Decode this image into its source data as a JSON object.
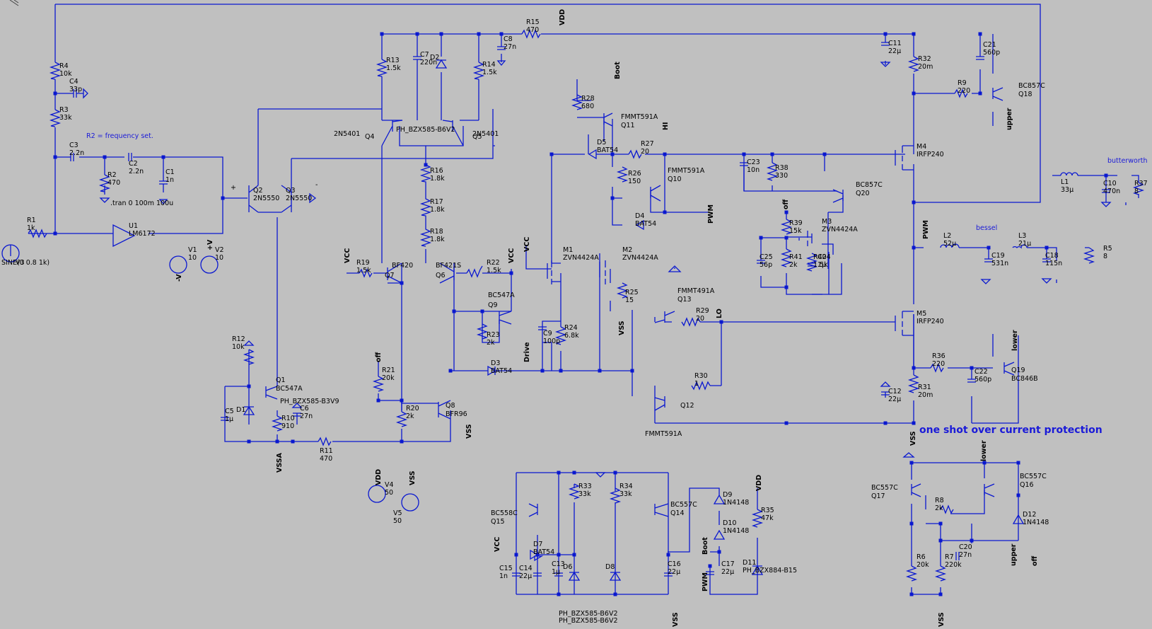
{
  "palette": {
    "background": "#c0c0c0",
    "wire": "#0a18d0",
    "text": "#000000",
    "annotation": "#1a1ad8"
  },
  "nets": {
    "VDD": "VDD",
    "VSS": "VSS",
    "VSSA": "VSSA",
    "VCC": "VCC",
    "Boot": "Boot",
    "HI": "HI",
    "LO": "LO",
    "PWM": "PWM",
    "Drive": "Drive",
    "off": "off",
    "upper": "upper",
    "lower": "lower",
    "plus": "+",
    "minus": "-",
    "plusv": "+V",
    "minusv": "-V"
  },
  "annotations": {
    "freq": "R2 = frequency set.",
    "tran": ".tran 0 100m 100u",
    "oneshot": "one shot over current protection",
    "butterworth": "butterworth",
    "bessel": "bessel"
  },
  "comps": {
    "R1": [
      "R1",
      "1k"
    ],
    "R2": [
      "R2",
      "470"
    ],
    "R3": [
      "R3",
      "33k"
    ],
    "R4": [
      "R4",
      "10k"
    ],
    "R5": [
      "R5",
      "8"
    ],
    "R6": [
      "R6",
      "20k"
    ],
    "R7": [
      "R7",
      "220k"
    ],
    "R8": [
      "R8",
      "2k"
    ],
    "R9": [
      "R9",
      "220"
    ],
    "R10": [
      "R10",
      "910"
    ],
    "R11": [
      "R11",
      "470"
    ],
    "R12": [
      "R12",
      "10k"
    ],
    "R13": [
      "R13",
      "1.5k"
    ],
    "R14": [
      "R14",
      "1.5k"
    ],
    "R15": [
      "R15",
      "470"
    ],
    "R16": [
      "R16",
      "1.8k"
    ],
    "R17": [
      "R17",
      "1.8k"
    ],
    "R18": [
      "R18",
      "1.8k"
    ],
    "R19": [
      "R19",
      "1.5k"
    ],
    "R20": [
      "R20",
      "2k"
    ],
    "R21": [
      "R21",
      "20k"
    ],
    "R22": [
      "R22",
      "1.5k"
    ],
    "R23": [
      "R23",
      "2k"
    ],
    "R24": [
      "R24",
      "6.8k"
    ],
    "R25": [
      "R25",
      "15"
    ],
    "R26": [
      "R26",
      "150"
    ],
    "R27": [
      "R27",
      "20"
    ],
    "R28": [
      "R28",
      "680"
    ],
    "R29": [
      "R29",
      "20"
    ],
    "R30": [
      "R30",
      "1"
    ],
    "R31": [
      "R31",
      "20m"
    ],
    "R32": [
      "R32",
      "20m"
    ],
    "R33": [
      "R33",
      "33k"
    ],
    "R34": [
      "R34",
      "33k"
    ],
    "R35": [
      "R35",
      "47k"
    ],
    "R36": [
      "R36",
      "220"
    ],
    "R37": [
      "R37",
      "8"
    ],
    "R38": [
      "R38",
      "330"
    ],
    "R39": [
      "R39",
      "15k"
    ],
    "R40": [
      "R40",
      "1.5k"
    ],
    "R41": [
      "R41",
      "2k"
    ],
    "C1": [
      "C1",
      "1n"
    ],
    "C2": [
      "C2",
      "2.2n"
    ],
    "C3": [
      "C3",
      "2.2n"
    ],
    "C4": [
      "C4",
      "33p"
    ],
    "C5": [
      "C5",
      "1µ"
    ],
    "C6": [
      "C6",
      "27n"
    ],
    "C7": [
      "C7",
      "220n"
    ],
    "C8": [
      "C8",
      "27n"
    ],
    "C9": [
      "C9",
      "100p"
    ],
    "C10": [
      "C10",
      "470n"
    ],
    "C11": [
      "C11",
      "22µ"
    ],
    "C12": [
      "C12",
      "22µ"
    ],
    "C13": [
      "C13",
      "1µ"
    ],
    "C14": [
      "C14",
      "22µ"
    ],
    "C15": [
      "C15",
      "1n"
    ],
    "C16": [
      "C16",
      "22µ"
    ],
    "C17": [
      "C17",
      "22µ"
    ],
    "C18": [
      "C18",
      "115n"
    ],
    "C19": [
      "C19",
      "531n"
    ],
    "C20": [
      "C20",
      "27n"
    ],
    "C21": [
      "C21",
      "560p"
    ],
    "C22": [
      "C22",
      "560p"
    ],
    "C23": [
      "C23",
      "10n"
    ],
    "C24": [
      "C24",
      "1µ"
    ],
    "C25": [
      "C25",
      "56p"
    ],
    "L1": [
      "L1",
      "33µ"
    ],
    "L2": [
      "L2",
      "52µ"
    ],
    "L3": [
      "L3",
      "21µ"
    ],
    "D1": [
      "D1",
      ""
    ],
    "D2": [
      "D2",
      ""
    ],
    "D3": [
      "D3",
      "BAT54"
    ],
    "D4": [
      "D4",
      "BAT54"
    ],
    "D5": [
      "D5",
      "BAT54"
    ],
    "D6": [
      "D6",
      ""
    ],
    "D7": [
      "D7",
      "BAT54"
    ],
    "D8": [
      "D8",
      ""
    ],
    "D9": [
      "D9",
      "1N4148"
    ],
    "D10": [
      "D10",
      "1N4148"
    ],
    "D11": [
      "D11",
      "PH_BZX884-B15"
    ],
    "D12": [
      "D12",
      "1N4148"
    ],
    "Q1": [
      "Q1",
      "BC547A"
    ],
    "Q2": [
      "Q2",
      "2N5550"
    ],
    "Q3": [
      "Q3",
      "2N5550"
    ],
    "Q4": [
      "Q4",
      "2N5401"
    ],
    "Q5": [
      "Q5",
      "2N5401"
    ],
    "Q6": [
      "Q6",
      "BF421S"
    ],
    "Q7": [
      "Q7",
      "BF420"
    ],
    "Q8": [
      "Q8",
      "BFR96"
    ],
    "Q9": [
      "Q9",
      "BC547A"
    ],
    "Q10": [
      "Q10",
      "FMMT591A"
    ],
    "Q11": [
      "Q11",
      "FMMT591A"
    ],
    "Q12": [
      "Q12",
      "FMMT591A"
    ],
    "Q13": [
      "Q13",
      "FMMT491A"
    ],
    "Q14": [
      "Q14",
      "BC557C"
    ],
    "Q15": [
      "Q15",
      "BC558C"
    ],
    "Q16": [
      "Q16",
      "BC557C"
    ],
    "Q17": [
      "Q17",
      "BC557C"
    ],
    "Q18": [
      "Q18",
      "BC857C"
    ],
    "Q19": [
      "Q19",
      "BC846B"
    ],
    "Q20": [
      "Q20",
      "BC857C"
    ],
    "M1": [
      "M1",
      "ZVN4424A"
    ],
    "M2": [
      "M2",
      "ZVN4424A"
    ],
    "M3": [
      "M3",
      "ZVN4424A"
    ],
    "M4": [
      "M4",
      "IRFP240"
    ],
    "M5": [
      "M5",
      "IRFP240"
    ],
    "U1": [
      "U1",
      "LM6172"
    ],
    "V1": [
      "V1",
      "10"
    ],
    "V2": [
      "V2",
      "10"
    ],
    "V3": [
      "V3",
      "SINE(0 0.8 1k)"
    ],
    "V4": [
      "V4",
      "50"
    ],
    "V5": [
      "V5",
      "50"
    ]
  },
  "zener_parts": {
    "d1": "PH_BZX585-B3V9",
    "d2": "PH_BZX585-B6V2",
    "d68a": "PH_BZX585-B6V2",
    "d68b": "PH_BZX585-B6V2"
  }
}
